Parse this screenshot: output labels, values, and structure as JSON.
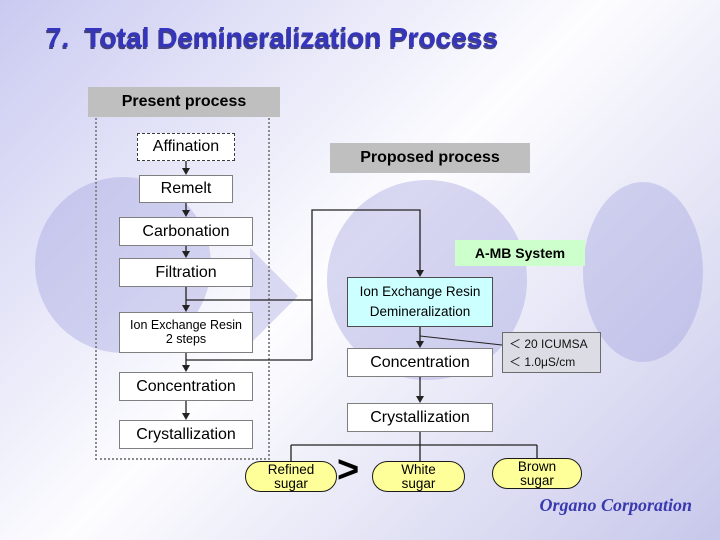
{
  "slide": {
    "title": "7.  Total Demineralization Process",
    "footer": "Organo Corporation"
  },
  "present_process": {
    "label": "Present process",
    "steps": {
      "affination": "Affination",
      "remelt": "Remelt",
      "carbonation": "Carbonation",
      "filtration": "Filtration",
      "ion_exchange_line1": "Ion Exchange Resin",
      "ion_exchange_line2": "2 steps",
      "concentration": "Concentration",
      "crystallization": "Crystallization"
    }
  },
  "proposed_process": {
    "label": "Proposed process",
    "amb_system": "A-MB System",
    "ion_exchange_line1": "Ion Exchange Resin",
    "ion_exchange_line2": "Demineralization",
    "concentration": "Concentration",
    "crystallization": "Crystallization",
    "quality_note_line1": "＜ 20 ICUMSA",
    "quality_note_line2": "＜ 1.0μS/cm"
  },
  "outputs": {
    "refined_line1": "Refined",
    "refined_line2": "sugar",
    "white_line1": "White",
    "white_line2": "sugar",
    "brown_line1": "Brown",
    "brown_line2": "sugar",
    "comparison": ">"
  },
  "colors": {
    "background_corner_lavender": "#cacaf1",
    "background_middle": "#fdfdff",
    "title_blue": "#3434bd",
    "label_gray": "#bfbfbf",
    "amb_green": "#ccffcc",
    "demineralization_cyan": "#ccffff",
    "pill_yellow": "#ffff99",
    "note_gray": "#dcdce4",
    "connector": "#222222",
    "footer_blue": "#3a3ab0"
  }
}
